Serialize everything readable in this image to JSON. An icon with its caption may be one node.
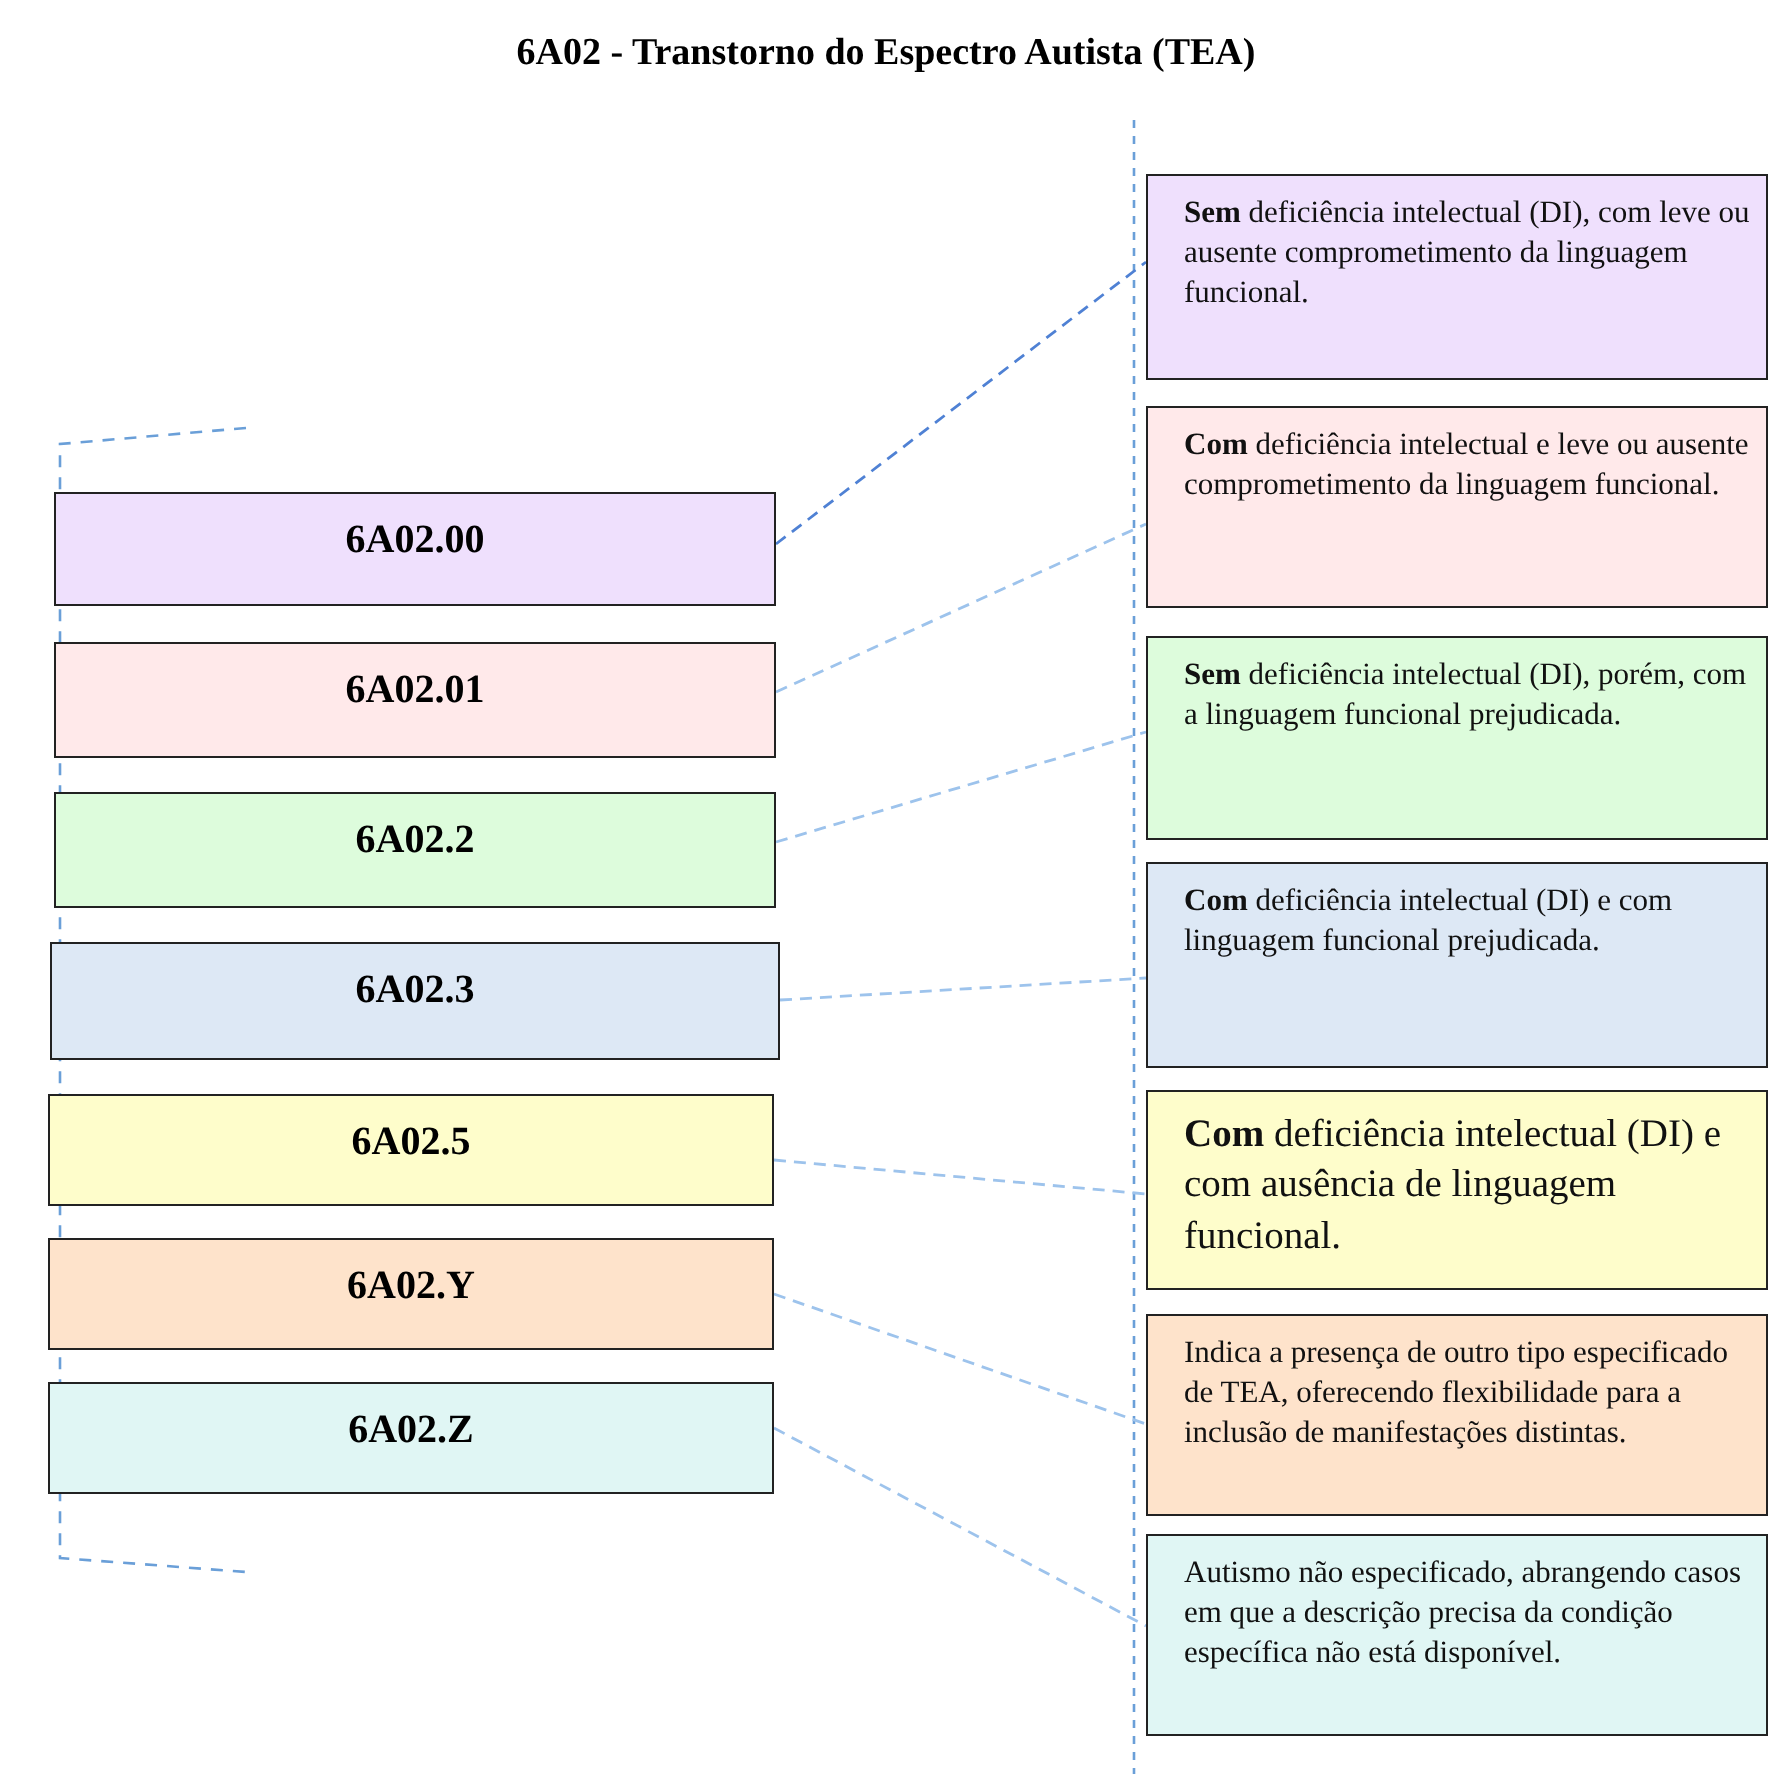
{
  "diagram": {
    "title": "6A02 - Transtorno do Espectro Autista (TEA)",
    "nodes": [
      {
        "text": [
          "6A02.00"
        ]
      },
      {
        "text": [
          "6A02.01"
        ]
      },
      {
        "text": [
          "6A02.2"
        ]
      },
      {
        "text": [
          "6A02.3"
        ]
      },
      {
        "text": [
          "6A02.5"
        ]
      },
      {
        "text": [
          "6A02.Y"
        ]
      },
      {
        "text": [
          "6A02.Z"
        ]
      },
      {
        "text": [
          "**Sem** deficiência intelectual (DI), com leve ou ausente comprometimento da linguagem funcional."
        ]
      },
      {
        "text": [
          "**Com** deficiência intelectual e leve ou ausente comprometimento da linguagem funcional."
        ]
      },
      {
        "text": [
          "**Sem** deficiência intelectual (DI), porém, com a linguagem funcional prejudicada."
        ]
      },
      {
        "text": [
          "**Com** deficiência intelectual (DI) e com linguagem funcional prejudicada."
        ]
      },
      {
        "text": [
          "**Com** deficiência intelectual (DI) e com ausência de linguagem funcional."
        ]
      },
      {
        "text": [
          "Indica a presença de outro tipo especificado de TEA, oferecendo flexibilidade para a inclusão de manifestações distintas."
        ]
      },
      {
        "text": [
          "Autismo não especificado, abrangendo casos em que a descrição precisa da condição específica não está disponível."
        ]
      }
    ],
    "edges": [
      {
        "from": 0,
        "to": 7,
        "arrow": "none",
        "style": "dashed",
        "color": "#4f81d4"
      },
      {
        "from": 1,
        "to": 8,
        "arrow": "none",
        "style": "dashed"
      },
      {
        "from": 2,
        "to": 9,
        "arrow": "none",
        "style": "dashed"
      },
      {
        "from": 3,
        "to": 10,
        "arrow": "none",
        "style": "dashed"
      },
      {
        "from": 4,
        "to": 11,
        "arrow": "none",
        "style": "dashed"
      },
      {
        "from": 5,
        "to": 12,
        "arrow": "none",
        "style": "dashed"
      },
      {
        "from": 6,
        "to": 13,
        "arrow": "none",
        "style": "dashed"
      }
    ]
  }
}
